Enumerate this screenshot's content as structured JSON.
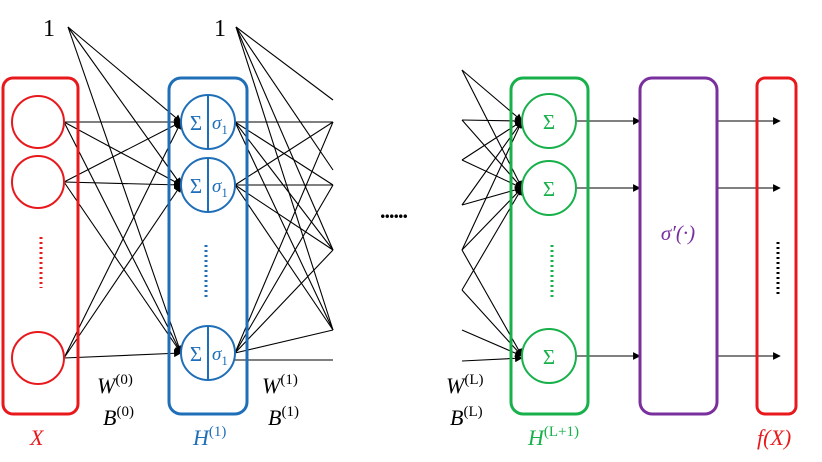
{
  "labels": {
    "input_layer": "X",
    "hidden_layer": "H",
    "hidden_layer_sup": "(1)",
    "output_hidden_layer": "H",
    "output_hidden_layer_sup": "(L+1)",
    "output": "f(X)",
    "bias_unit_left": "1",
    "bias_unit_right": "1",
    "ellipsis_middle": "......",
    "w0": "W",
    "w0_sup": "(0)",
    "b0": "B",
    "b0_sup": "(0)",
    "w1": "W",
    "w1_sup": "(1)",
    "b1": "B",
    "b1_sup": "(1)",
    "wl": "W",
    "wl_sup": "(L)",
    "bl": "B",
    "bl_sup": "(L)",
    "sum_symbol": "Σ",
    "sigma1": "σ",
    "sigma1_sub": "1",
    "activation": "σ′(·)"
  },
  "colors": {
    "input": "#e8191c",
    "hidden": "#1f6fb8",
    "output_hidden": "#18b04b",
    "activation": "#7a2f9e",
    "output": "#e8191c",
    "edges": "#000000"
  }
}
